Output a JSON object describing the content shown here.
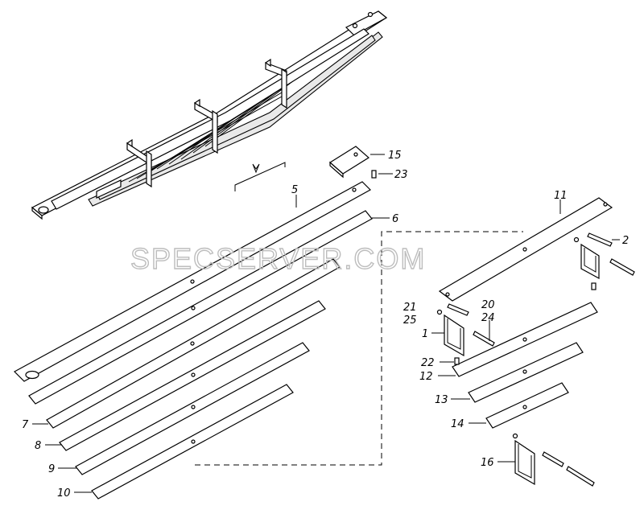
{
  "watermark": "SPECSERVER.COM",
  "callouts": {
    "c1": "1",
    "c2": "2",
    "c5": "5",
    "c6": "6",
    "c7": "7",
    "c8": "8",
    "c9": "9",
    "c10": "10",
    "c11": "11",
    "c12": "12",
    "c13": "13",
    "c14": "14",
    "c15": "15",
    "c16": "16",
    "c20": "20",
    "c21": "21",
    "c22": "22",
    "c23": "23",
    "c24": "24",
    "c25": "25"
  }
}
